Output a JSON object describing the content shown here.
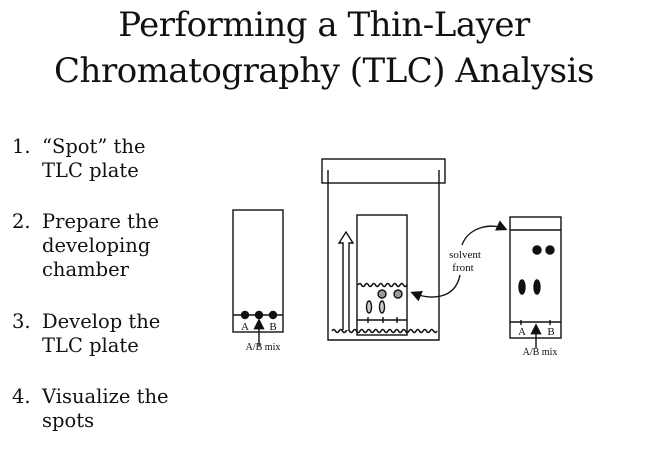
{
  "title": {
    "line1": "Performing a Thin-Layer",
    "line2": "Chromatography (TLC) Analysis"
  },
  "steps": [
    {
      "number": "1.",
      "lines": [
        "“Spot” the",
        "TLC plate"
      ]
    },
    {
      "number": "2.",
      "lines": [
        "Prepare the",
        "developing",
        "chamber"
      ]
    },
    {
      "number": "3.",
      "lines": [
        "Develop the",
        "TLC plate"
      ]
    },
    {
      "number": "4.",
      "lines": [
        "Visualize the",
        "spots"
      ]
    }
  ],
  "diagram": {
    "plate1": {
      "label_a": "A",
      "label_b": "B",
      "mix_label": "A/B mix"
    },
    "chamber": {
      "annotation_line1": "solvent",
      "annotation_line2": "front"
    },
    "plate3": {
      "label_a": "A",
      "label_b": "B",
      "mix_label": "A/B mix"
    }
  }
}
